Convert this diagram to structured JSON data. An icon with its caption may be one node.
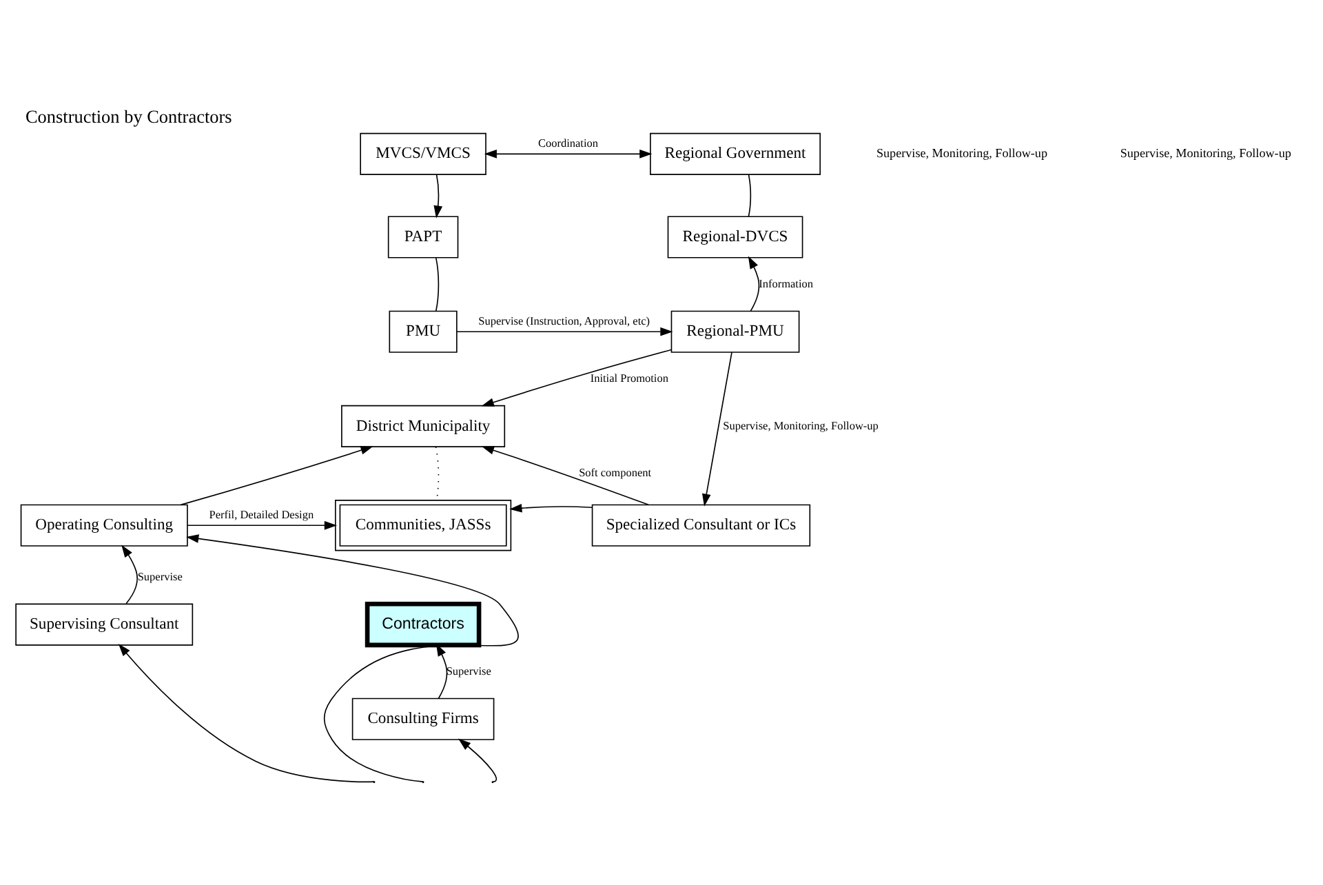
{
  "diagram": {
    "title": "Construction by Contractors",
    "nodes": [
      {
        "text": [
          "MVCS/VMCS"
        ]
      },
      {
        "text": [
          "Regional Government"
        ]
      },
      {
        "text": [
          "Regional-DVCS"
        ]
      },
      {
        "text": [
          "PAPT"
        ]
      },
      {
        "text": [
          "PMU"
        ]
      },
      {
        "text": [
          "Regional-PMU"
        ]
      },
      {
        "text": [
          "District Municipality"
        ]
      },
      {
        "text": [
          "Operating Consulting"
        ]
      },
      {
        "text": [
          "Communities, JASSs"
        ]
      },
      {
        "text": [
          "Specialized Consultant or ICs"
        ]
      },
      {
        "text": [
          "Supervising Consultant"
        ]
      },
      {
        "text": [
          "Contractors"
        ]
      },
      {
        "text": [
          "Consulting Firms"
        ]
      }
    ],
    "edges": [
      {
        "from": 0,
        "to": 1,
        "arrow": "both",
        "label": "Coordination"
      },
      {
        "from": 0,
        "to": 3,
        "arrow": "to"
      },
      {
        "from": 1,
        "to": 2,
        "arrow": "none"
      },
      {
        "from": 3,
        "to": 4,
        "arrow": "none"
      },
      {
        "from": 4,
        "to": 5,
        "arrow": "to",
        "label": "Supervise (Instruction, Approval, etc)"
      },
      {
        "from": 5,
        "to": 2,
        "arrow": "to",
        "label": "Information"
      },
      {
        "from": 5,
        "to": 6,
        "arrow": "to",
        "label": "Initial Promotion"
      },
      {
        "from": 7,
        "to": 6,
        "arrow": "to"
      },
      {
        "from": 6,
        "to": 8,
        "arrow": "none",
        "style": "dashed"
      },
      {
        "from": 7,
        "to": 8,
        "arrow": "to",
        "label": "Perfil, Detailed Design"
      },
      {
        "from": 9,
        "to": 6,
        "arrow": "to",
        "label": "Soft component"
      },
      {
        "from": 9,
        "to": 8,
        "arrow": "to"
      },
      {
        "from": 5,
        "to": 9,
        "arrow": "to",
        "label": "Supervise, Monitoring, Follow-up"
      },
      {
        "from": 10,
        "to": 7,
        "arrow": "to",
        "label": "Supervise"
      },
      {
        "from": 12,
        "to": 11,
        "arrow": "to",
        "label": "Supervise"
      },
      {
        "from": null,
        "to": 7,
        "arrow": "to"
      },
      {
        "from": null,
        "to": 10,
        "arrow": "to"
      },
      {
        "from": null,
        "to": 12,
        "arrow": "to"
      }
    ],
    "labels": [
      "Supervise, Monitoring, Follow-up",
      "Supervise, Monitoring, Follow-up"
    ]
  }
}
